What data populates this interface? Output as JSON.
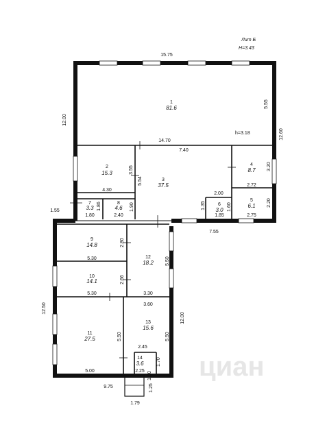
{
  "header": {
    "lit": "Лит Б",
    "height": "H=3.43"
  },
  "watermark": "циан",
  "rooms": [
    {
      "id": "1",
      "area": "81.6"
    },
    {
      "id": "2",
      "area": "15.3"
    },
    {
      "id": "3",
      "area": "37.5"
    },
    {
      "id": "4",
      "area": "8.7"
    },
    {
      "id": "5",
      "area": "6.1"
    },
    {
      "id": "6",
      "area": "3.0"
    },
    {
      "id": "7",
      "area": "3.3"
    },
    {
      "id": "8",
      "area": "4.6"
    },
    {
      "id": "9",
      "area": "14.8"
    },
    {
      "id": "10",
      "area": "14.1"
    },
    {
      "id": "11",
      "area": "27.5"
    },
    {
      "id": "12",
      "area": "18.2"
    },
    {
      "id": "13",
      "area": "15.6"
    },
    {
      "id": "14",
      "area": "3.6"
    }
  ],
  "dims": {
    "d1575": "15.75",
    "d1200a": "12.00",
    "d555": "5.55",
    "d1260": "12.60",
    "d318": "h=3.18",
    "d1470": "14.70",
    "d740": "7.40",
    "d355": "3.55",
    "d554": "5.54",
    "d320": "3.20",
    "d272": "2.72",
    "d430": "4.30",
    "d200": "2.00",
    "d186": "1.86",
    "d190": "1.90",
    "d135": "1.35",
    "d160a": "1.60",
    "d220": "2.20",
    "d180": "1.80",
    "d240": "2.40",
    "d185": "1.85",
    "d275": "2.75",
    "d155": "1.55",
    "d755": "7.55",
    "d280": "2.80",
    "d530a": "5.30",
    "d550a": "5.50",
    "d266": "2.66",
    "d530b": "5.30",
    "d330": "3.30",
    "d1250": "12.50",
    "d360": "3.60",
    "d1200b": "12.00",
    "d550b": "5.50",
    "d550c": "5.50",
    "d245": "2.45",
    "d170": "1.70",
    "d500": "5.00",
    "d225": "2.25",
    "d160b": "1.60",
    "d975": "9.75",
    "d125": "1.25",
    "d179": "1.79"
  }
}
